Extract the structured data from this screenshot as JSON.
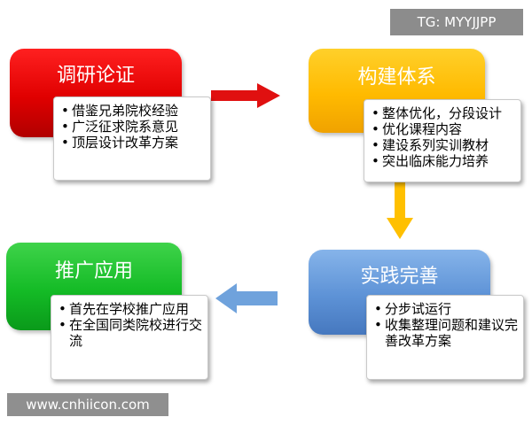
{
  "tag": "TG: MYYJJPP",
  "watermark": "www.cnhiicon.com",
  "stages": {
    "research": {
      "title": "调研论证",
      "color": "#e00000",
      "items": [
        "借鉴兄弟院校经验",
        "广泛征求院系意见",
        "顶层设计改革方案"
      ]
    },
    "build": {
      "title": "构建体系",
      "color": "#ffba00",
      "items": [
        "整体优化，分段设计",
        "优化课程内容",
        "建设系列实训教材",
        "突出临床能力培养"
      ]
    },
    "practice": {
      "title": "实践完善",
      "color": "#5d92d6",
      "items": [
        "分步试运行",
        "收集整理问题和建议完善改革方案"
      ]
    },
    "promote": {
      "title": "推广应用",
      "color": "#14bb26",
      "items": [
        "首先在学校推广应用",
        "在全国同类院校进行交流"
      ]
    }
  },
  "arrows": {
    "research_to_build": "#e01010",
    "build_to_practice": "#ffc000",
    "practice_to_promote": "#6fa2dc"
  }
}
